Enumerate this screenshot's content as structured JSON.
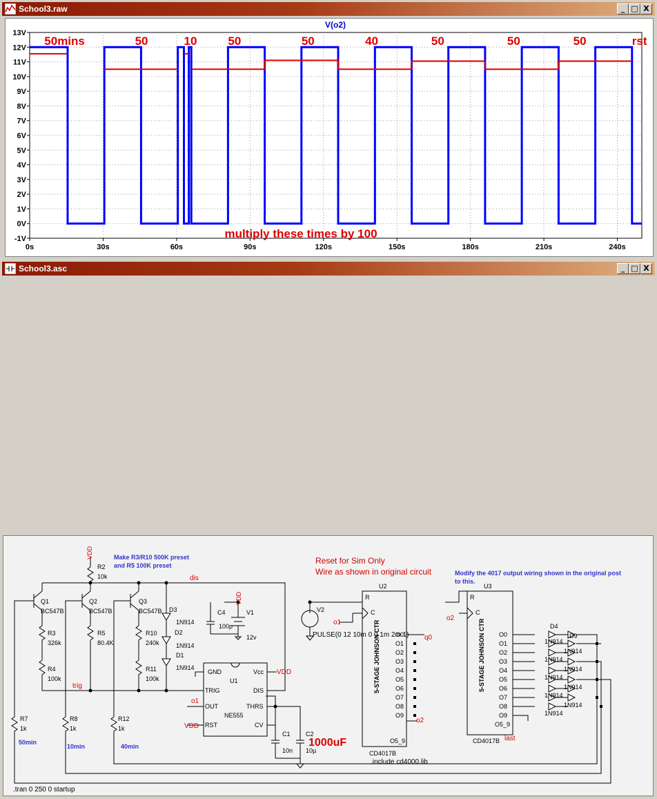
{
  "plot_window": {
    "title": "School3.raw",
    "trace_name": "V(o2)",
    "controls": [
      "_",
      "□",
      "X"
    ]
  },
  "schematic_window": {
    "title": "School3.asc",
    "controls": [
      "_",
      "□",
      "X"
    ]
  },
  "chart_data": {
    "type": "line",
    "title": "V(o2)",
    "xlabel": "",
    "ylabel": "",
    "xlim": [
      0,
      250
    ],
    "ylim": [
      -1,
      13
    ],
    "x_ticks": [
      "0s",
      "30s",
      "60s",
      "90s",
      "120s",
      "150s",
      "180s",
      "210s",
      "240s"
    ],
    "y_ticks": [
      "-1V",
      "0V",
      "1V",
      "2V",
      "3V",
      "4V",
      "5V",
      "6V",
      "7V",
      "8V",
      "9V",
      "10V",
      "11V",
      "12V",
      "13V"
    ],
    "grid": true,
    "series": [
      {
        "color": "#0000ff",
        "x": [
          0,
          15.5,
          15.5,
          30.5,
          30.5,
          45.5,
          45.5,
          60.5,
          60.5,
          63,
          63,
          65,
          65,
          66,
          66,
          81,
          81,
          96,
          96,
          111,
          111,
          126,
          126,
          141,
          141,
          156,
          156,
          171,
          171,
          186,
          186,
          201,
          201,
          216,
          216,
          231,
          231,
          246,
          246,
          250
        ],
        "y": [
          12,
          12,
          0,
          0,
          12,
          12,
          0,
          0,
          12,
          12,
          0,
          0,
          12,
          12,
          0,
          0,
          12,
          12,
          0,
          0,
          12,
          12,
          0,
          0,
          12,
          12,
          0,
          0,
          12,
          12,
          0,
          0,
          12,
          12,
          0,
          0,
          12,
          12,
          0,
          0
        ]
      },
      {
        "color": "#dd0000",
        "x": [
          0,
          15.5,
          15.5,
          30.5,
          30.5,
          60.5,
          60.5,
          63,
          63,
          65,
          65,
          66,
          66,
          96,
          96,
          126,
          126,
          156,
          156,
          186,
          186,
          216,
          216,
          246,
          246,
          250
        ],
        "y": [
          11.55,
          11.55,
          null,
          null,
          10.5,
          10.5,
          null,
          null,
          11.55,
          11.55,
          null,
          null,
          10.5,
          10.5,
          11.1,
          11.1,
          10.5,
          10.5,
          11.05,
          11.05,
          10.5,
          10.5,
          11.05,
          11.05,
          null,
          null
        ]
      }
    ],
    "annotations": [
      {
        "text": "50mins",
        "x": 6
      },
      {
        "text": "50",
        "x": 43
      },
      {
        "text": "10",
        "x": 63
      },
      {
        "text": "50",
        "x": 81
      },
      {
        "text": "50",
        "x": 111
      },
      {
        "text": "40",
        "x": 137
      },
      {
        "text": "50",
        "x": 164
      },
      {
        "text": "50",
        "x": 195
      },
      {
        "text": "50",
        "x": 222
      },
      {
        "text": "rst",
        "x": 246
      }
    ],
    "note": "multiply these times by 100"
  },
  "schematic": {
    "notes": {
      "preset": "Make R3/R10 500K preset\nand R5 100K preset",
      "reset": "Reset for Sim Only\nWire as shown in original circuit",
      "modify": "Modify the 4017 output wiring shown in the original post\nto this.",
      "big_cap": "1000uF",
      "tran": ".tran 0 250 0 startup",
      "include": ".include cd4000.lib",
      "pulse": "PULSE(0 12 10m 0 0 1m 2m 1)"
    },
    "nets": {
      "vdd": "VDD",
      "dis": "dis",
      "trig": "trig",
      "o1": "o1",
      "o2": "o2",
      "q0": "q0",
      "last": "last"
    },
    "timings": [
      "50min",
      "10min",
      "40min"
    ],
    "components": {
      "R2": "R2",
      "R2v": "10k",
      "Q1": "Q1",
      "Q2": "Q2",
      "Q3": "Q3",
      "bc": "BC547B",
      "R3": "R3",
      "R3v": "326k",
      "R5": "R5",
      "R5v": "80.4K",
      "R10": "R10",
      "R10v": "240k",
      "R4": "R4",
      "R4v": "100k",
      "R11": "R11",
      "R11v": "100k",
      "R7": "R7",
      "R8": "R8",
      "R12": "R12",
      "r1k": "1k",
      "D1": "D1",
      "D2": "D2",
      "D3": "D3",
      "d": "1N914",
      "C4": "C4",
      "C4v": "100p",
      "V1": "V1",
      "V1v": "12v",
      "V2": "V2",
      "U1": "U1",
      "U1v": "NE555",
      "C1": "C1",
      "C1v": "10n",
      "C2": "C2",
      "C2v": "10µ",
      "U2": "U2",
      "U3": "U3",
      "cd": "CD4017B",
      "ctr": "5-STAGE JOHNSON CTR",
      "D4": "D4",
      "D9": "D9"
    },
    "ne555_pins": {
      "gnd": "GND",
      "vcc": "Vcc",
      "trig": "TRIG",
      "dis": "DIS",
      "out": "OUT",
      "thrs": "THRS",
      "rst": "RST",
      "cv": "CV"
    },
    "cd4017_outputs": [
      "O0",
      "O1",
      "O2",
      "O3",
      "O4",
      "O5",
      "O6",
      "O7",
      "O8",
      "O9",
      "O5_9"
    ],
    "cd4017_inputs": [
      "R",
      "C"
    ]
  }
}
